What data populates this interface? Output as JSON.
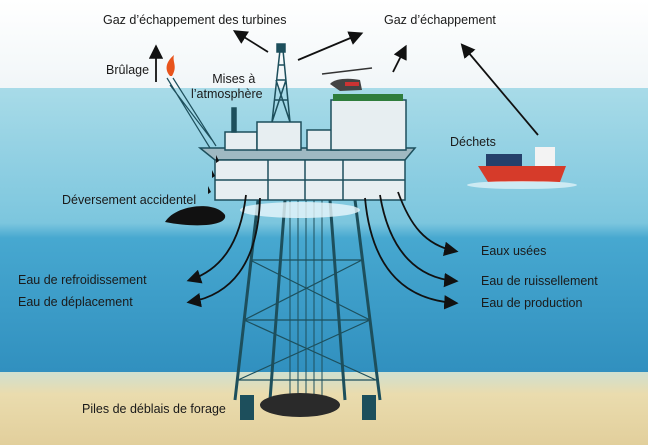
{
  "labels": {
    "turbine_exhaust": "Gaz d’échappement des turbines",
    "exhaust": "Gaz d’échappement",
    "flaring": "Brûlage",
    "venting_1": "Mises à",
    "venting_2": "l’atmosphère",
    "waste": "Déchets",
    "spill": "Déversement accidentel",
    "sewage": "Eaux usées",
    "cooling_water": "Eau de refroidissement",
    "runoff_water": "Eau de ruissellement",
    "displacement_water": "Eau de déplacement",
    "produced_water": "Eau de production",
    "cuttings": "Piles de déblais de forage"
  },
  "colors": {
    "sky": "#ffffff",
    "sea_light": "#a9dbe8",
    "sea_deep": "#2f8fbd",
    "seabed": "#e8d7a8",
    "structure": "#1d4f5c",
    "helideck": "#2f7d3c",
    "vessel": "#d63b2a"
  }
}
